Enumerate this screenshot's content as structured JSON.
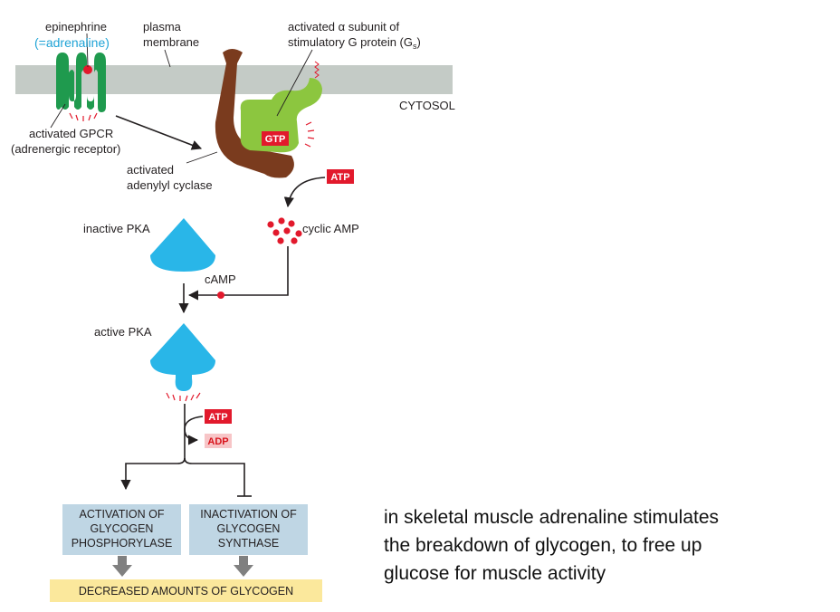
{
  "labels": {
    "epinephrine": "epinephrine",
    "adrenaline": "(=adrenaline)",
    "plasma_line1": "plasma",
    "plasma_line2": "membrane",
    "alpha_line1": "activated α subunit of",
    "alpha_line2": "stimulatory G protein (G",
    "alpha_sub": "s",
    "alpha_close": ")",
    "cytosol": "CYTOSOL",
    "gpcr_line1": "activated GPCR",
    "gpcr_line2": "(adrenergic receptor)",
    "cyclase_line1": "activated",
    "cyclase_line2": "adenylyl cyclase",
    "gtp": "GTP",
    "atp_top": "ATP",
    "cyclic_amp": "cyclic AMP",
    "inactive_pka": "inactive PKA",
    "camp": "cAMP",
    "active_pka": "active PKA",
    "atp_bottom": "ATP",
    "adp": "ADP"
  },
  "boxes": {
    "phosphorylase": [
      "ACTIVATION OF",
      "GLYCOGEN",
      "PHOSPHORYLASE"
    ],
    "synthase": [
      "INACTIVATION OF",
      "GLYCOGEN",
      "SYNTHASE"
    ],
    "result": "DECREASED AMOUNTS OF GLYCOGEN"
  },
  "caption": [
    "in skeletal muscle adrenaline stimulates",
    "the breakdown of glycogen, to free up",
    "glucose for muscle activity"
  ],
  "colors": {
    "membrane": "#c4cbc6",
    "receptor": "#1f9a4e",
    "g_protein": "#8cc63f",
    "cyclase": "#7a3b1e",
    "pka": "#29b6e8",
    "atp_red": "#e2192c",
    "box_blue": "#bfd6e4",
    "box_yellow": "#fbe89c"
  }
}
